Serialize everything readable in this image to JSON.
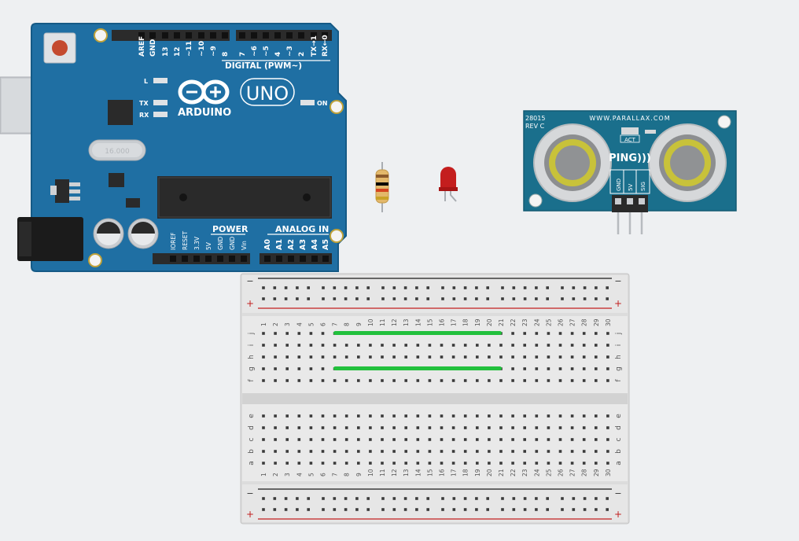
{
  "arduino": {
    "brand": "ARDUINO",
    "model": "UNO",
    "digital_header": "DIGITAL (PWM~)",
    "power_header": "POWER",
    "analog_header": "ANALOG IN",
    "led_l": "L",
    "led_tx": "TX",
    "led_rx": "RX",
    "led_on": "ON",
    "crystal": "16.000",
    "top_pins": [
      "AREF",
      "GND",
      "13",
      "12",
      "~11",
      "~10",
      "~9",
      "8",
      "7",
      "~6",
      "~5",
      "4",
      "~3",
      "2",
      "TX→1",
      "RX←0"
    ],
    "bottom_pins": [
      "IOREF",
      "RESET",
      "3.3V",
      "5V",
      "GND",
      "GND",
      "Vin",
      "A0",
      "A1",
      "A2",
      "A3",
      "A4",
      "A5"
    ],
    "colors": {
      "board": "#1f6fa3",
      "board_edge": "#155a86",
      "text": "#ffffff"
    }
  },
  "sensor": {
    "part_number": "28015",
    "revision": "REV C",
    "url": "WWW.PARALLAX.COM",
    "name": "PING)))",
    "act_label": "ACT",
    "pins": [
      "GND",
      "5V",
      "SIG"
    ],
    "colors": {
      "board": "#1a6f8c",
      "ring": "#c8c23a"
    }
  },
  "led": {
    "color": "#c41e1e"
  },
  "resistor": {
    "bands": [
      "#8b5a2b",
      "#000000",
      "#d4451f",
      "#c9a227"
    ]
  },
  "breadboard": {
    "minus": "−",
    "plus": "+",
    "columns": [
      "1",
      "2",
      "3",
      "4",
      "5",
      "6",
      "7",
      "8",
      "9",
      "10",
      "11",
      "12",
      "13",
      "14",
      "15",
      "16",
      "17",
      "18",
      "19",
      "20",
      "21",
      "22",
      "23",
      "24",
      "25",
      "26",
      "27",
      "28",
      "29",
      "30"
    ],
    "rows_top": [
      "j",
      "i",
      "h",
      "g",
      "f"
    ],
    "rows_bottom": [
      "e",
      "d",
      "c",
      "b",
      "a"
    ],
    "wire_color": "#22c03c"
  }
}
